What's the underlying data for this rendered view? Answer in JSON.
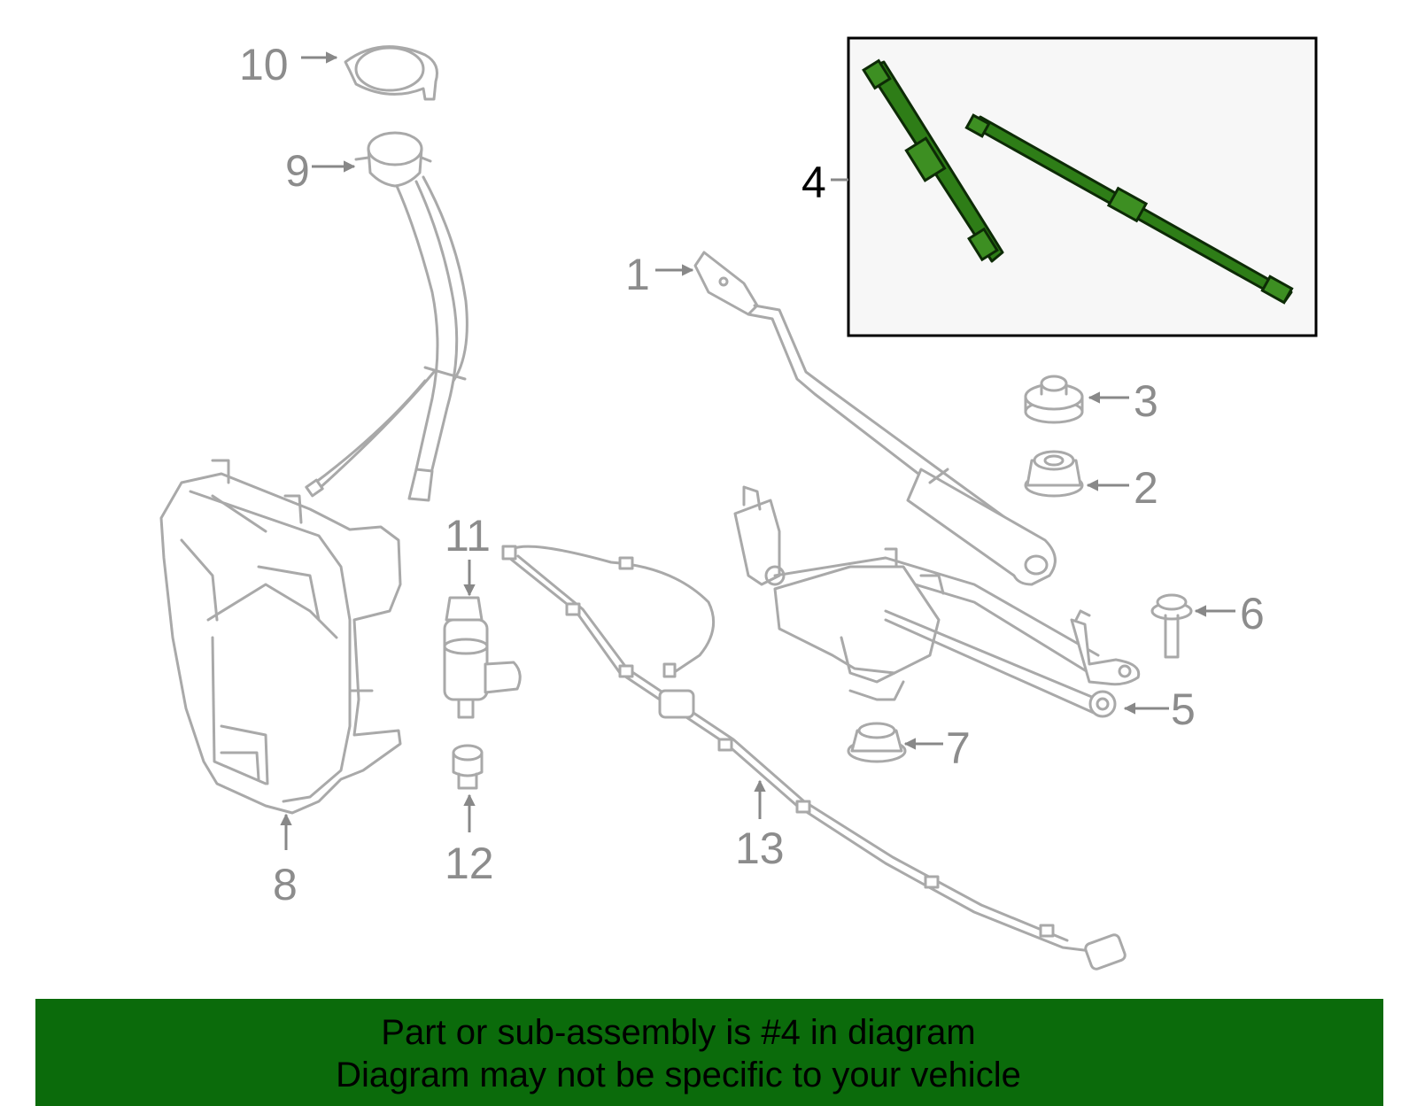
{
  "callouts": {
    "c1": "1",
    "c2": "2",
    "c3": "3",
    "c4": "4",
    "c5": "5",
    "c6": "6",
    "c7": "7",
    "c8": "8",
    "c9": "9",
    "c10": "10",
    "c11": "11",
    "c12": "12",
    "c13": "13"
  },
  "highlighted_part": "4",
  "colors": {
    "highlight": "#2e7d17",
    "banner": "#0b6b0b",
    "parts": "#a9a9a9"
  },
  "banner": {
    "line1": "Part or sub-assembly is #4 in diagram",
    "line2": "Diagram may not be specific to your vehicle"
  }
}
